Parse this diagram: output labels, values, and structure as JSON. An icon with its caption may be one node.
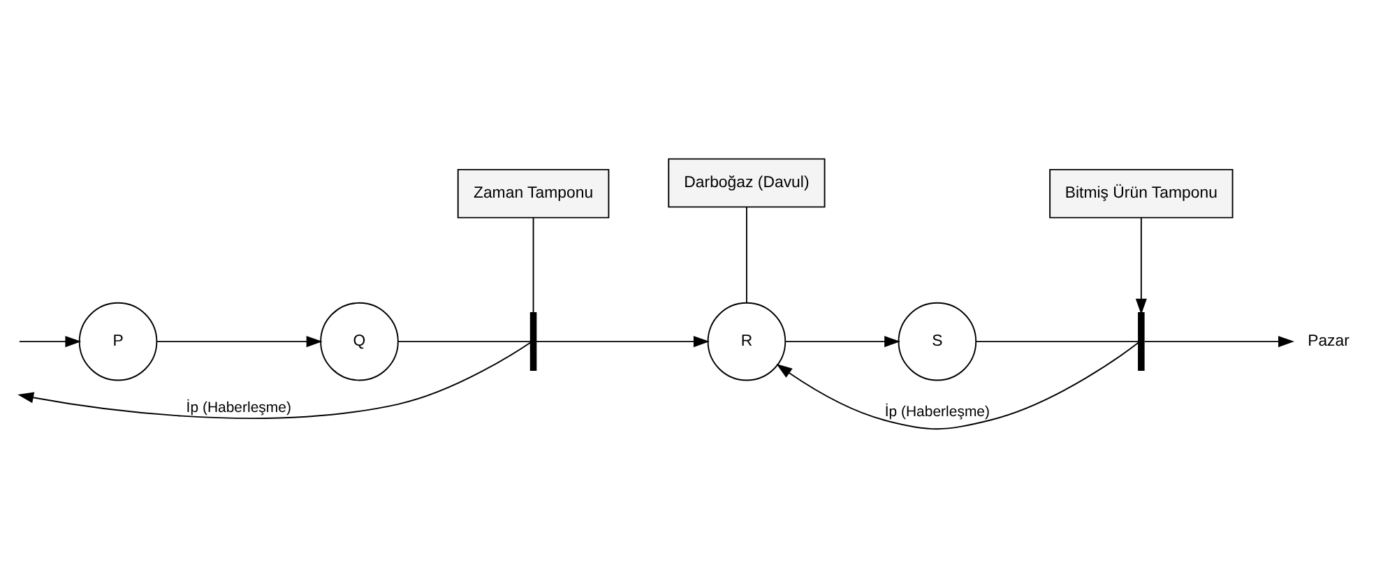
{
  "diagram": {
    "nodes": [
      {
        "text": [
          "Darboğaz (Davul)"
        ]
      },
      {
        "text": [
          "Bitmiş Ürün Tamponu"
        ]
      },
      {
        "text": [
          "P"
        ]
      },
      {
        "text": [
          "Q"
        ]
      },
      {
        "text": [],
        "shape": "bar"
      },
      {
        "text": [
          "R"
        ]
      },
      {
        "text": [
          "S"
        ]
      },
      {
        "text": [],
        "shape": "bar"
      },
      {
        "text": [
          "Pazar"
        ]
      },
      {
        "text": [
          "Zaman Tamponu"
        ]
      }
    ],
    "edges": [
      {
        "from": null,
        "to": 2,
        "arrow": "to"
      },
      {
        "from": 2,
        "to": 3,
        "arrow": "to"
      },
      {
        "from": 3,
        "to": 4,
        "arrow": "none"
      },
      {
        "from": 4,
        "to": 5,
        "arrow": "to"
      },
      {
        "from": 5,
        "to": 6,
        "arrow": "to"
      },
      {
        "from": 6,
        "to": 7,
        "arrow": "none"
      },
      {
        "from": 7,
        "to": 8,
        "arrow": "to"
      },
      {
        "from": 0,
        "to": 5,
        "arrow": "none"
      },
      {
        "from": 1,
        "to": 7,
        "arrow": "to"
      },
      {
        "from": 9,
        "to": 4,
        "arrow": "none"
      },
      {
        "from": 4,
        "to": null,
        "arrow": "to",
        "label": "İp (Haberleşme)"
      },
      {
        "from": 7,
        "to": 5,
        "arrow": "to",
        "label": "İp (Haberleşme)"
      }
    ]
  }
}
